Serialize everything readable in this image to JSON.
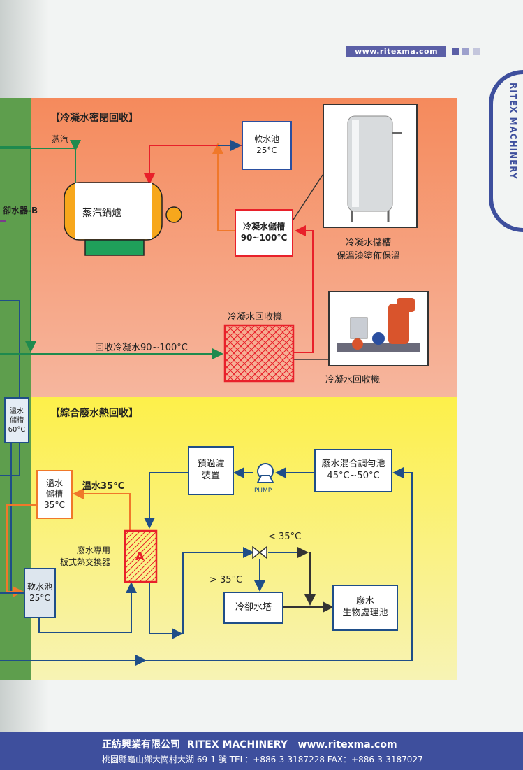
{
  "header": {
    "url": "www.ritexma.com"
  },
  "side_tab": {
    "text": "RITEX MACHINERY"
  },
  "left_strip": {
    "cooler_label": "卻水器-B",
    "warm_tank": "溫水\n儲槽\n60°C"
  },
  "condensate": {
    "title": "【冷凝水密閉回收】",
    "steam_label": "蒸汽",
    "boiler": "蒸汽鍋爐",
    "soft_pool": "軟水池\n25°C",
    "tank": "冷凝水儲槽\n90~100°C",
    "tank_caption": "冷凝水儲槽\n保溫漆塗佈保溫",
    "recovery_label": "冷凝水回收機",
    "recovery_caption": "冷凝水回收機",
    "return_label": "回收冷凝水90~100°C"
  },
  "waste": {
    "title": "【綜合廢水熱回收】",
    "prefilter": "預過濾\n裝置",
    "pump_label": "PUMP",
    "mix_pool": "廢水混合調勻池\n45°C~50°C",
    "warm_tank": "溫水\n儲槽\n35°C",
    "warm_label": "溫水35°C",
    "exchanger_caption": "廢水專用\n板式熱交換器",
    "exchanger_letter": "A",
    "soft_pool": "軟水池\n25°C",
    "lt35": "< 35°C",
    "gt35": "> 35°C",
    "cooling_tower": "冷卻水塔",
    "bio": "廢水\n生物處理池"
  },
  "footer": {
    "company": "正紡興業有限公司  RITEX MACHINERY   www.ritexma.com",
    "address": "桃園縣龜山鄉大崗村大湖 69-1 號 TEL：+886-3-3187228 FAX：+886-3-3187027"
  },
  "colors": {
    "orange_arrow": "#f0782a",
    "red_arrow": "#e8202a",
    "green_line": "#1e8a4e",
    "blue_line": "#1f4e88",
    "navy": "#3e4f9d"
  }
}
